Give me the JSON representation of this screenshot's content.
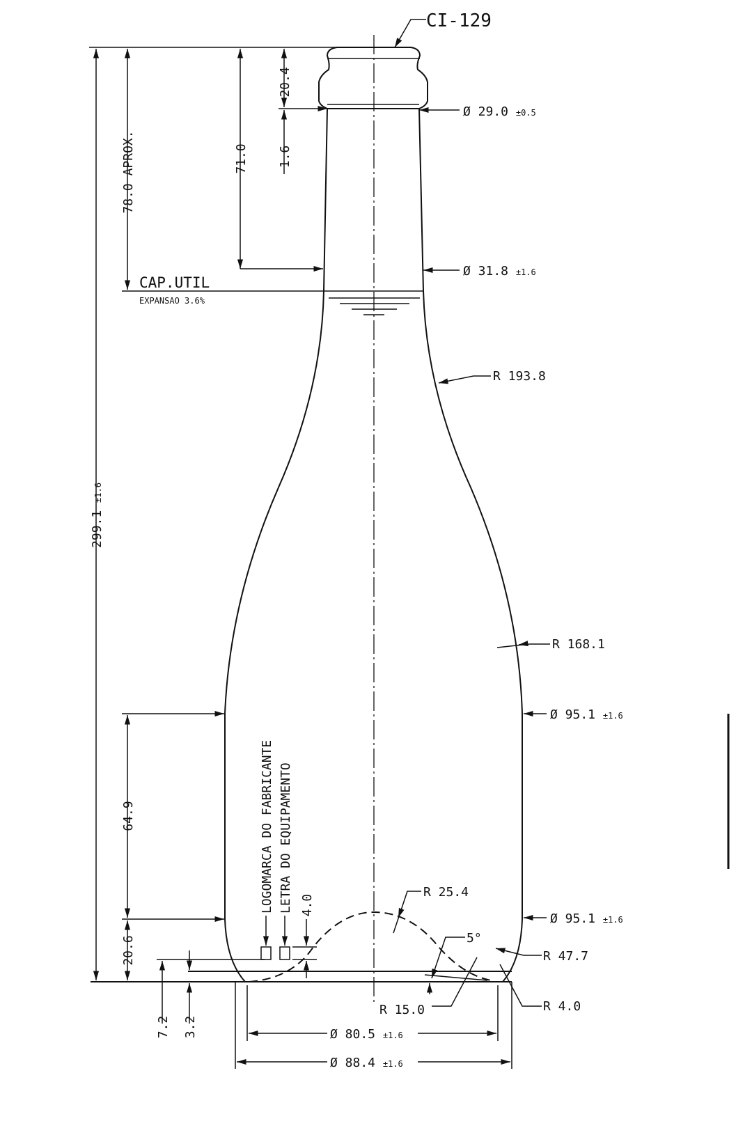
{
  "drawing": {
    "code": "CI-129",
    "neck_diameter": {
      "value": "Ø 29.0",
      "tol": "±0.5"
    },
    "fill_diameter": {
      "value": "Ø 31.8",
      "tol": "±1.6"
    },
    "body_diameter_upper": {
      "value": "Ø 95.1",
      "tol": "±1.6"
    },
    "body_diameter_lower": {
      "value": "Ø 95.1",
      "tol": "±1.6"
    },
    "base_inner_diameter": {
      "value": "Ø 80.5",
      "tol": "±1.6"
    },
    "base_outer_diameter": {
      "value": "Ø 88.4",
      "tol": "±1.6"
    },
    "radii": {
      "r1": "R 193.8",
      "r2": "R 168.1",
      "r3": "R 25.4",
      "r4": "R 47.7",
      "r5": "R 4.0",
      "r6": "R 15.0"
    },
    "angle": "5°",
    "heights": {
      "total": "299.1",
      "total_tol": "±1.6",
      "fill_level": "78.0 APROX.",
      "neck": "71.0",
      "finish": "20.4",
      "ring": "1.6",
      "body": "64.9",
      "heel": "20.6",
      "push_up": "7.2",
      "base_step": "3.2",
      "mark": "4.0"
    },
    "cap_util": "CAP.UTIL",
    "expansion": "EXPANSAO 3.6%",
    "logo_label": "LOGOMARCA DO FABRICANTE",
    "letter_label": "LETRA DO EQUIPAMENTO"
  }
}
